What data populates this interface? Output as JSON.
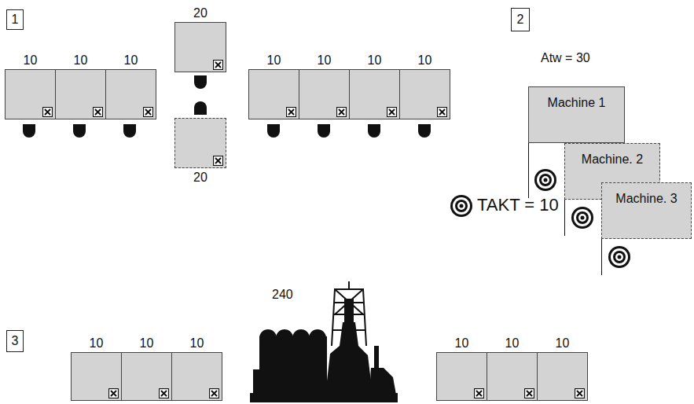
{
  "diagram": {
    "nodes": [
      {
        "text": [
          "1"
        ]
      },
      {
        "text": [
          "10"
        ]
      },
      {
        "text": [
          "10"
        ]
      },
      {
        "text": [
          "10"
        ]
      },
      {
        "text": [
          "20"
        ]
      },
      {
        "text": [
          "20"
        ]
      },
      {
        "text": [
          "10"
        ]
      },
      {
        "text": [
          "10"
        ]
      },
      {
        "text": [
          "10"
        ]
      },
      {
        "text": [
          "10"
        ]
      },
      {
        "text": [
          "2"
        ]
      },
      {
        "text": [
          "Machine 1"
        ]
      },
      {
        "text": [
          "Machine. 2"
        ]
      },
      {
        "text": [
          "Machine. 3"
        ]
      },
      {
        "text": [
          "3"
        ]
      },
      {
        "text": [
          "10"
        ]
      },
      {
        "text": [
          "10"
        ]
      },
      {
        "text": [
          "10"
        ]
      },
      {
        "text": [
          "10"
        ]
      },
      {
        "text": [
          "10"
        ]
      },
      {
        "text": [
          "10"
        ]
      }
    ],
    "labels": [
      "Atw = 30",
      "TAKT = 10",
      "240"
    ]
  }
}
